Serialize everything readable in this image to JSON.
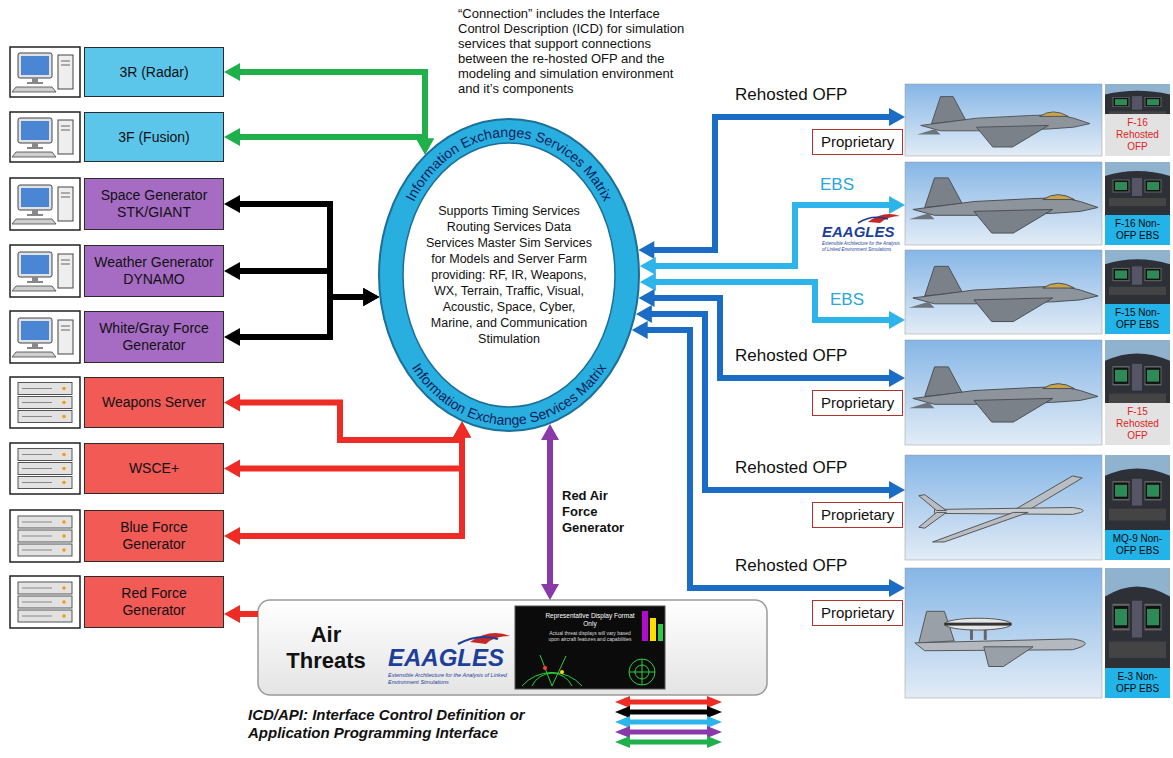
{
  "diagram": {
    "nodes": [
      {
        "text": [
          "3R (Radar)"
        ]
      },
      {
        "text": [
          "3F (Fusion)"
        ]
      },
      {
        "text": [
          "Space Generator STK/GIANT"
        ]
      },
      {
        "text": [
          "Weather Generator DYNAMO"
        ]
      },
      {
        "text": [
          "White/Gray Force Generator"
        ]
      },
      {
        "text": [
          "Weapons Server"
        ]
      },
      {
        "text": [
          "WSCE+"
        ]
      },
      {
        "text": [
          "Blue Force Generator"
        ]
      },
      {
        "text": [
          "Red Force Generator"
        ]
      },
      {
        "text": [
          "Information Exchanges Services Matrix",
          "Supports Timing Services Routing Services Data Services Master Sim Services for Models and Server Farm providing: RF, IR, Weapons, WX, Terrain, Traffic, Visual, Acoustic, Space, Cyber, Marine, and Communication Stimulation",
          "Information Exchange Services Matrix"
        ]
      },
      {
        "text": [
          "Air Threats"
        ]
      },
      {
        "text": [
          "F-16 Rehosted OFP"
        ]
      },
      {
        "text": [
          "Proprietary"
        ]
      },
      {
        "text": [
          "F-16 Non- OFP EBS"
        ]
      },
      {
        "text": [
          "F-15 Non- OFP EBS"
        ]
      },
      {
        "text": [
          "F-15 Rehosted OFP"
        ]
      },
      {
        "text": [
          "Proprietary"
        ]
      },
      {
        "text": [
          "MQ-9 Non- OFP EBS"
        ]
      },
      {
        "text": [
          "Proprietary"
        ]
      },
      {
        "text": [
          "E-3 Non- OFP EBS"
        ]
      },
      {
        "text": [
          "Proprietary"
        ]
      }
    ],
    "edges": [
      {
        "from": 0,
        "to": 9,
        "arrow": "both"
      },
      {
        "from": 1,
        "to": 9,
        "arrow": "both"
      },
      {
        "from": 2,
        "to": 9,
        "arrow": "both"
      },
      {
        "from": 3,
        "to": 9,
        "arrow": "both"
      },
      {
        "from": 4,
        "to": 9,
        "arrow": "both"
      },
      {
        "from": 5,
        "to": 9,
        "arrow": "both"
      },
      {
        "from": 6,
        "to": 9,
        "arrow": "both"
      },
      {
        "from": 7,
        "to": 9,
        "arrow": "both"
      },
      {
        "from": 10,
        "to": 8,
        "arrow": "to"
      },
      {
        "from": 9,
        "to": 10,
        "label": "Red Air Force Generator",
        "arrow": "both"
      },
      {
        "from": 9,
        "to": 11,
        "label": "Rehosted OFP",
        "arrow": "both"
      },
      {
        "from": 9,
        "to": 13,
        "label": "EBS",
        "arrow": "both"
      },
      {
        "from": 9,
        "to": 14,
        "label": "EBS",
        "arrow": "both"
      },
      {
        "from": 9,
        "to": 15,
        "label": "Rehosted OFP",
        "arrow": "both"
      },
      {
        "from": 9,
        "to": 17,
        "label": "Rehosted OFP",
        "arrow": "both"
      },
      {
        "from": 9,
        "to": 19,
        "label": "Rehosted OFP",
        "arrow": "both"
      }
    ],
    "labels": [
      "“Connection” includes the Interface Control Description (ICD) for simulation services that support connections between the re-hosted OFP and the modeling and simulation environment and it’s components",
      "EAAGLES",
      "Extensible Architecture for the Analysis of Linked Environment Simulations",
      "Representative Display Format Only",
      "Actual threat displays will vary based upon aircraft features and capabilities",
      "EAAGLES",
      "Extensible Architecture for the Analysis of Linked Environment Simulations",
      "ICD/API: Interface Control Definition or Application Programming Interface"
    ]
  }
}
